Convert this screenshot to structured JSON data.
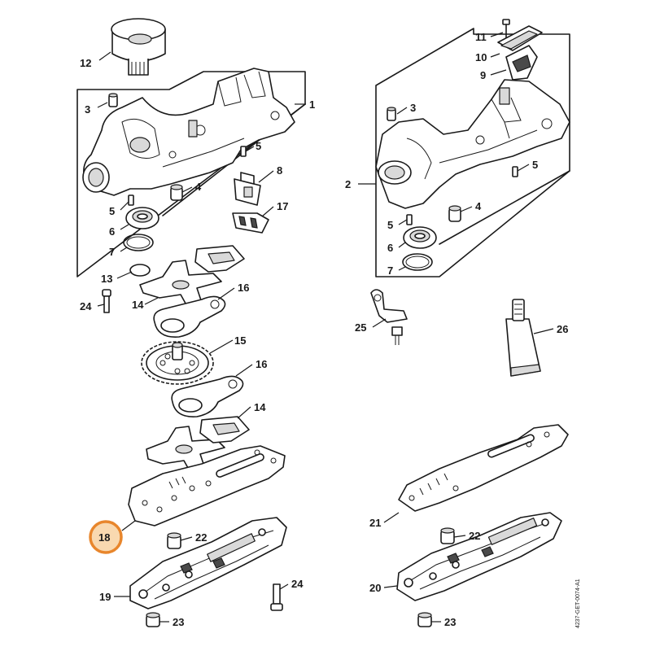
{
  "callouts": [
    {
      "id": "c12",
      "text": "12"
    },
    {
      "id": "c1",
      "text": "1"
    },
    {
      "id": "c3a",
      "text": "3"
    },
    {
      "id": "c5a",
      "text": "5"
    },
    {
      "id": "c4a",
      "text": "4"
    },
    {
      "id": "c5b",
      "text": "5"
    },
    {
      "id": "c6a",
      "text": "6"
    },
    {
      "id": "c7a",
      "text": "7"
    },
    {
      "id": "c8",
      "text": "8"
    },
    {
      "id": "c17",
      "text": "17"
    },
    {
      "id": "c11",
      "text": "11"
    },
    {
      "id": "c10",
      "text": "10"
    },
    {
      "id": "c9",
      "text": "9"
    },
    {
      "id": "c3b",
      "text": "3"
    },
    {
      "id": "c2",
      "text": "2"
    },
    {
      "id": "c5c",
      "text": "5"
    },
    {
      "id": "c4b",
      "text": "4"
    },
    {
      "id": "c5d",
      "text": "5"
    },
    {
      "id": "c6b",
      "text": "6"
    },
    {
      "id": "c7b",
      "text": "7"
    },
    {
      "id": "c13",
      "text": "13"
    },
    {
      "id": "c24a",
      "text": "24"
    },
    {
      "id": "c14a",
      "text": "14"
    },
    {
      "id": "c16a",
      "text": "16"
    },
    {
      "id": "c15",
      "text": "15"
    },
    {
      "id": "c16b",
      "text": "16"
    },
    {
      "id": "c14b",
      "text": "14"
    },
    {
      "id": "c25",
      "text": "25"
    },
    {
      "id": "c26",
      "text": "26"
    },
    {
      "id": "c18",
      "text": "18"
    },
    {
      "id": "c22a",
      "text": "22"
    },
    {
      "id": "c19",
      "text": "19"
    },
    {
      "id": "c24b",
      "text": "24"
    },
    {
      "id": "c23a",
      "text": "23"
    },
    {
      "id": "c21",
      "text": "21"
    },
    {
      "id": "c22b",
      "text": "22"
    },
    {
      "id": "c20",
      "text": "20"
    },
    {
      "id": "c23b",
      "text": "23"
    }
  ],
  "highlighted_callout": "18",
  "highlight_color": "#e8862c",
  "drawing_code": "4237-GET-0074-A1"
}
